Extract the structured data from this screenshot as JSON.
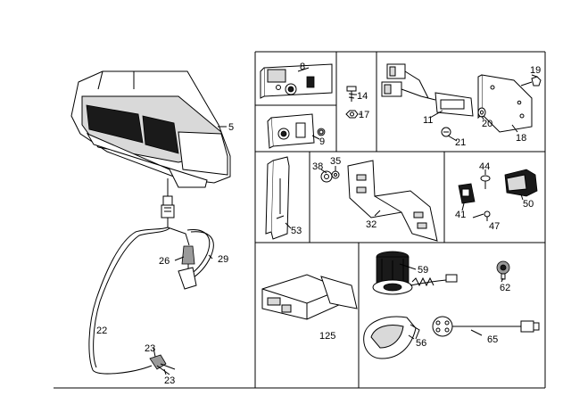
{
  "callouts": {
    "c5": "5",
    "c8": "8",
    "c9": "9",
    "c14": "14",
    "c17": "17",
    "c19": "19",
    "c20": "20",
    "c18": "18",
    "c11": "11",
    "c21": "21",
    "c38": "38",
    "c35": "35",
    "c32": "32",
    "c53": "53",
    "c44": "44",
    "c41": "41",
    "c50": "50",
    "c47": "47",
    "c26": "26",
    "c29": "29",
    "c22": "22",
    "c23a": "23",
    "c23b": "23",
    "c59": "59",
    "c62": "62",
    "c56": "56",
    "c65": "65",
    "c125": "125"
  }
}
